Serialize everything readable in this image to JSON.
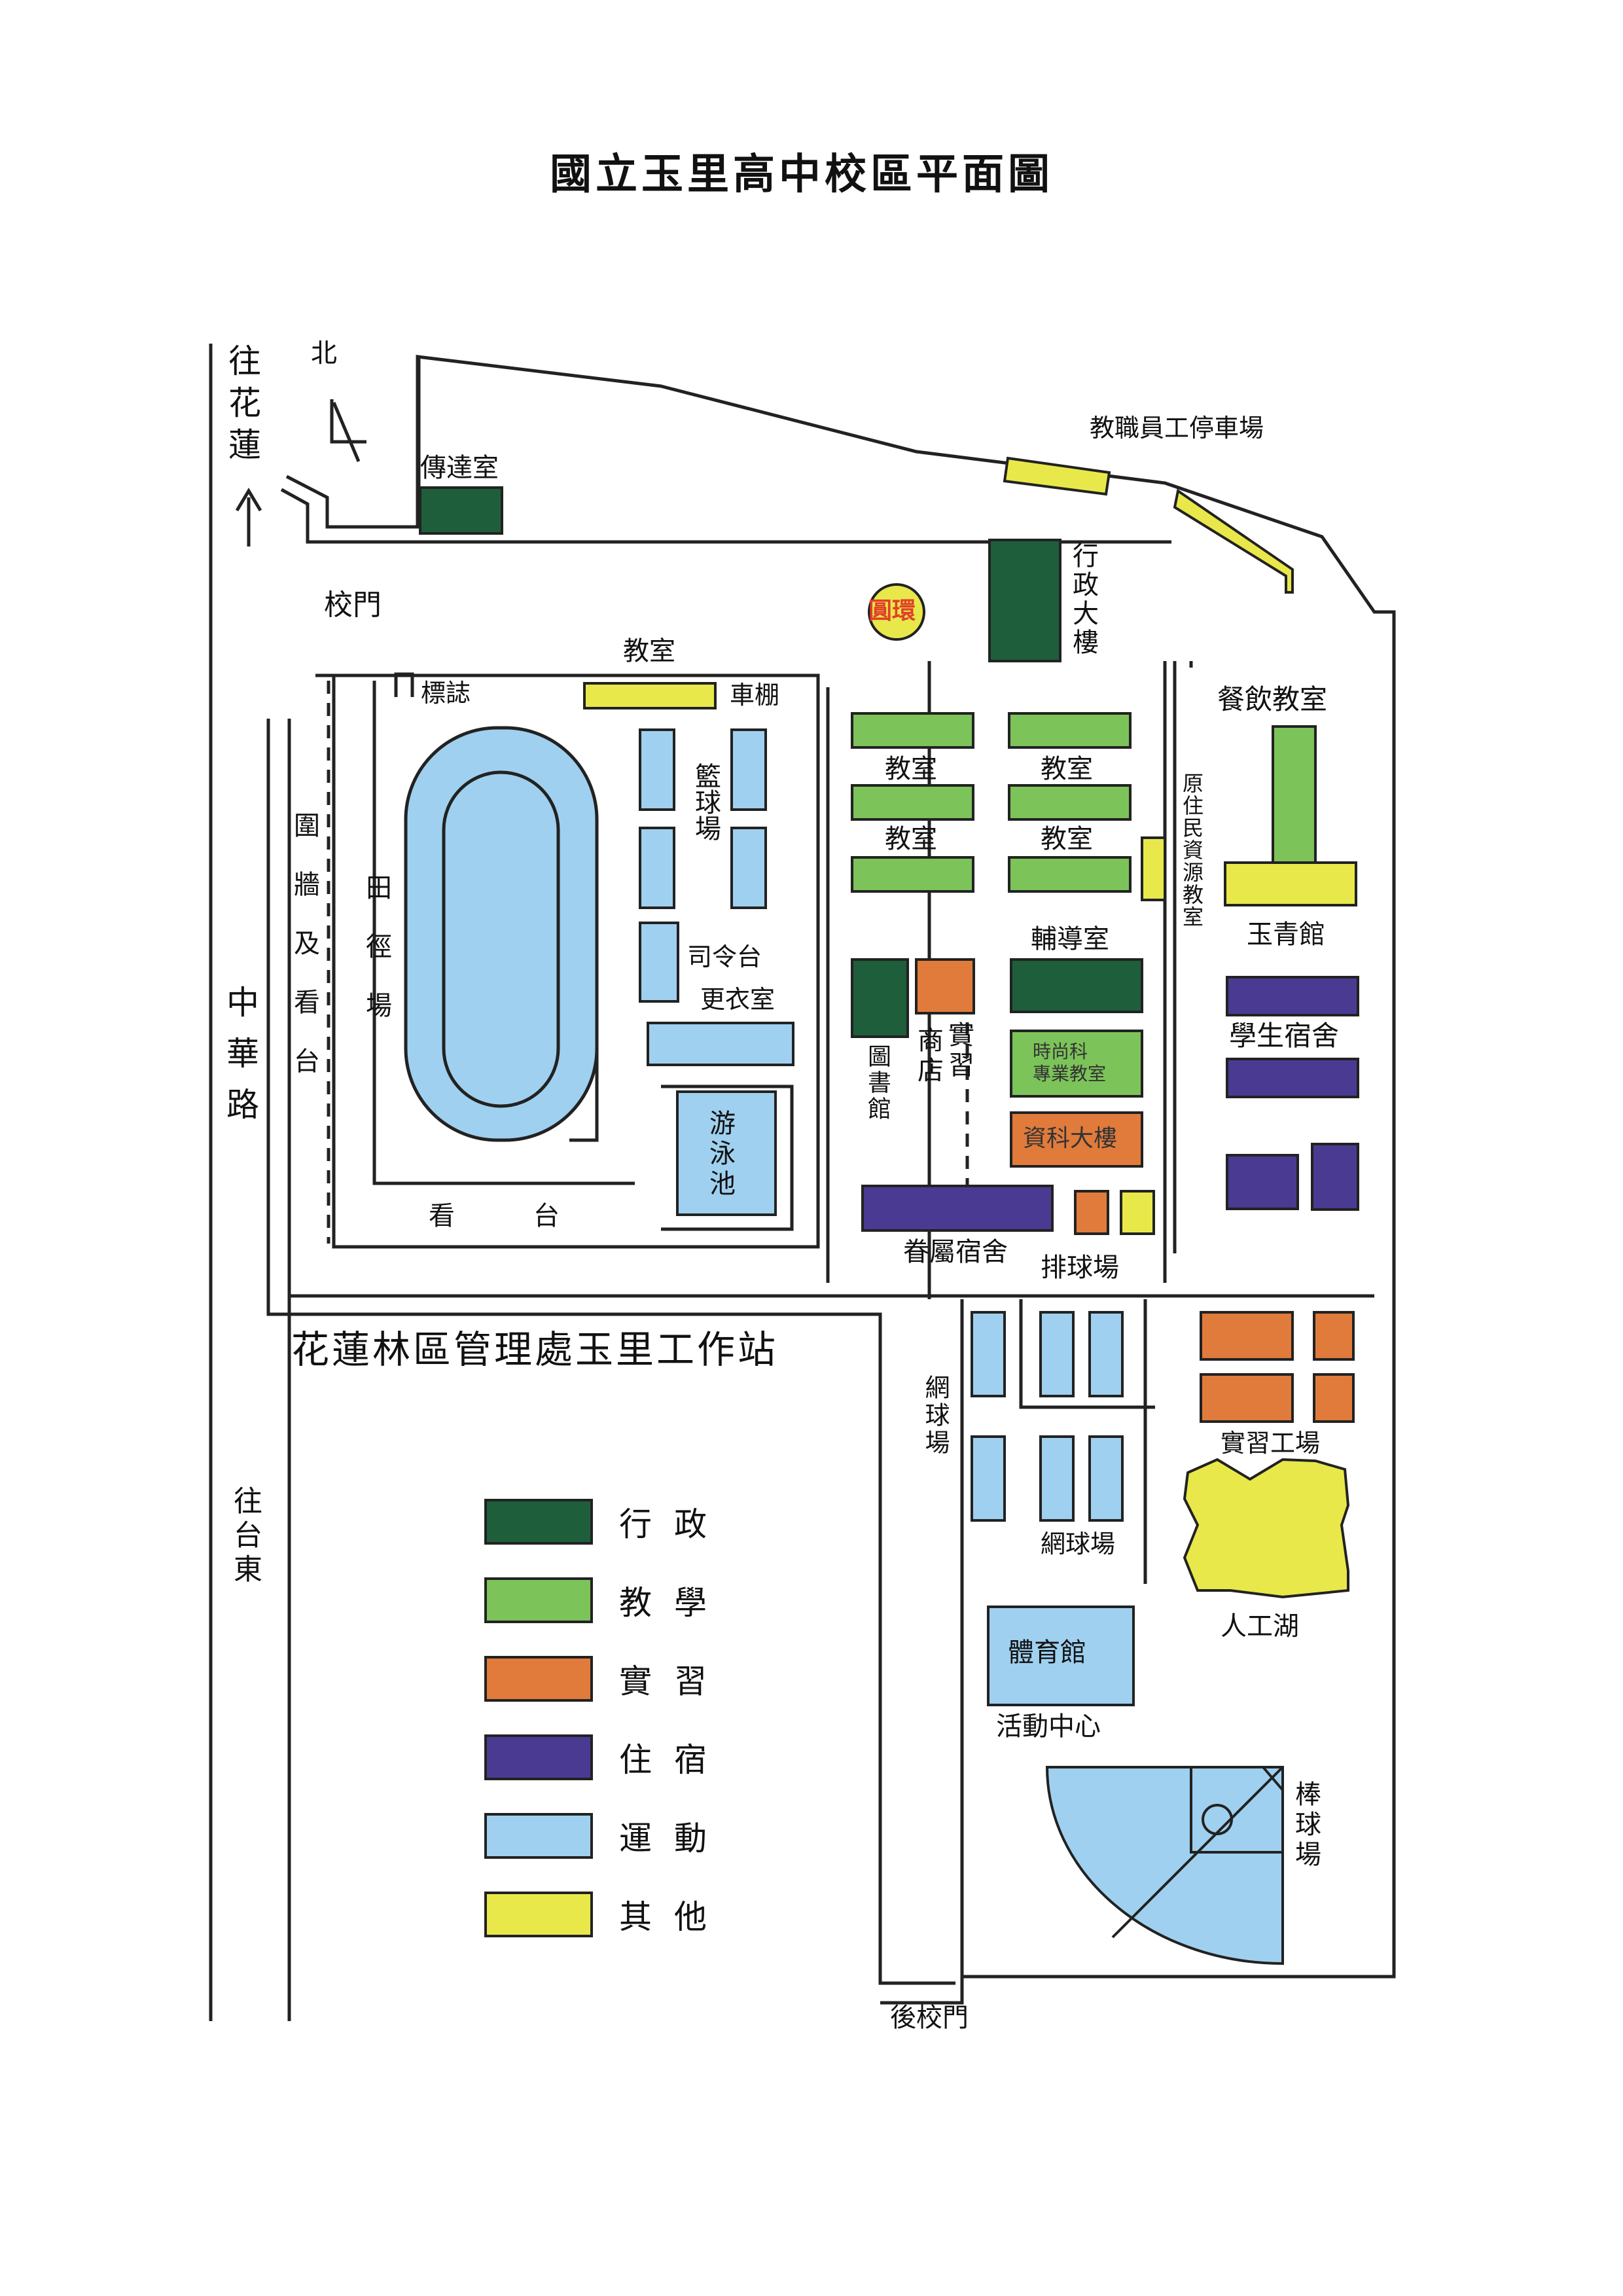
{
  "title": "國立玉里高中校區平面圖",
  "legend": [
    {
      "label": "行政",
      "color": "#1f5e3b"
    },
    {
      "label": "教學",
      "color": "#7cc35a"
    },
    {
      "label": "實習",
      "color": "#e07b3c"
    },
    {
      "label": "住宿",
      "color": "#4b3a92"
    },
    {
      "label": "運動",
      "color": "#9fd0ef"
    },
    {
      "label": "其他",
      "color": "#e8e84a"
    }
  ],
  "colors": {
    "admin": "#1f5e3b",
    "teaching": "#7cc35a",
    "practice": "#e07b3c",
    "housing": "#4b3a92",
    "sports": "#9fd0ef",
    "other": "#e8e84a"
  },
  "compass": "北",
  "labels": {
    "to_hualien": "往花蓮",
    "to_taitung": "往台東",
    "zhonghua_road": "中華路",
    "school_gate": "校門",
    "guard_room": "傳達室",
    "staff_parking": "教職員工停車場",
    "admin_building": "行政大樓",
    "roundabout": "圓環",
    "classroom_top": "教室",
    "bike_shed": "車棚",
    "emblem": "標誌",
    "wall_and_stand": "圍牆及看台",
    "track_field": "田徑場",
    "basketball": "籃球場",
    "podium": "司令台",
    "locker_room": "更衣室",
    "pool": "游泳池",
    "stand_bottom": "看台",
    "classroom_1": "教室",
    "classroom_2": "教室",
    "classroom_3": "教室",
    "classroom_4": "教室",
    "indigenous_room": "原住民資源教室",
    "catering_room": "餐飲教室",
    "yuqing_hall": "玉青館",
    "counseling": "輔導室",
    "library": "圖書館",
    "business_practice_1": "商店",
    "business_practice_2": "實習",
    "fashion_room_1": "時尚科",
    "fashion_room_2": "專業教室",
    "info_building": "資科大樓",
    "dormitory": "學生宿舍",
    "staff_housing": "眷屬宿舍",
    "volleyball": "排球場",
    "forestry_station": "花蓮林區管理處玉里工作站",
    "tennis_left": "網球場",
    "tennis_bottom": "網球場",
    "workshop": "實習工場",
    "artificial_lake": "人工湖",
    "gym": "體育館",
    "activity_center": "活動中心",
    "baseball": "棒球場",
    "back_gate": "後校門"
  }
}
